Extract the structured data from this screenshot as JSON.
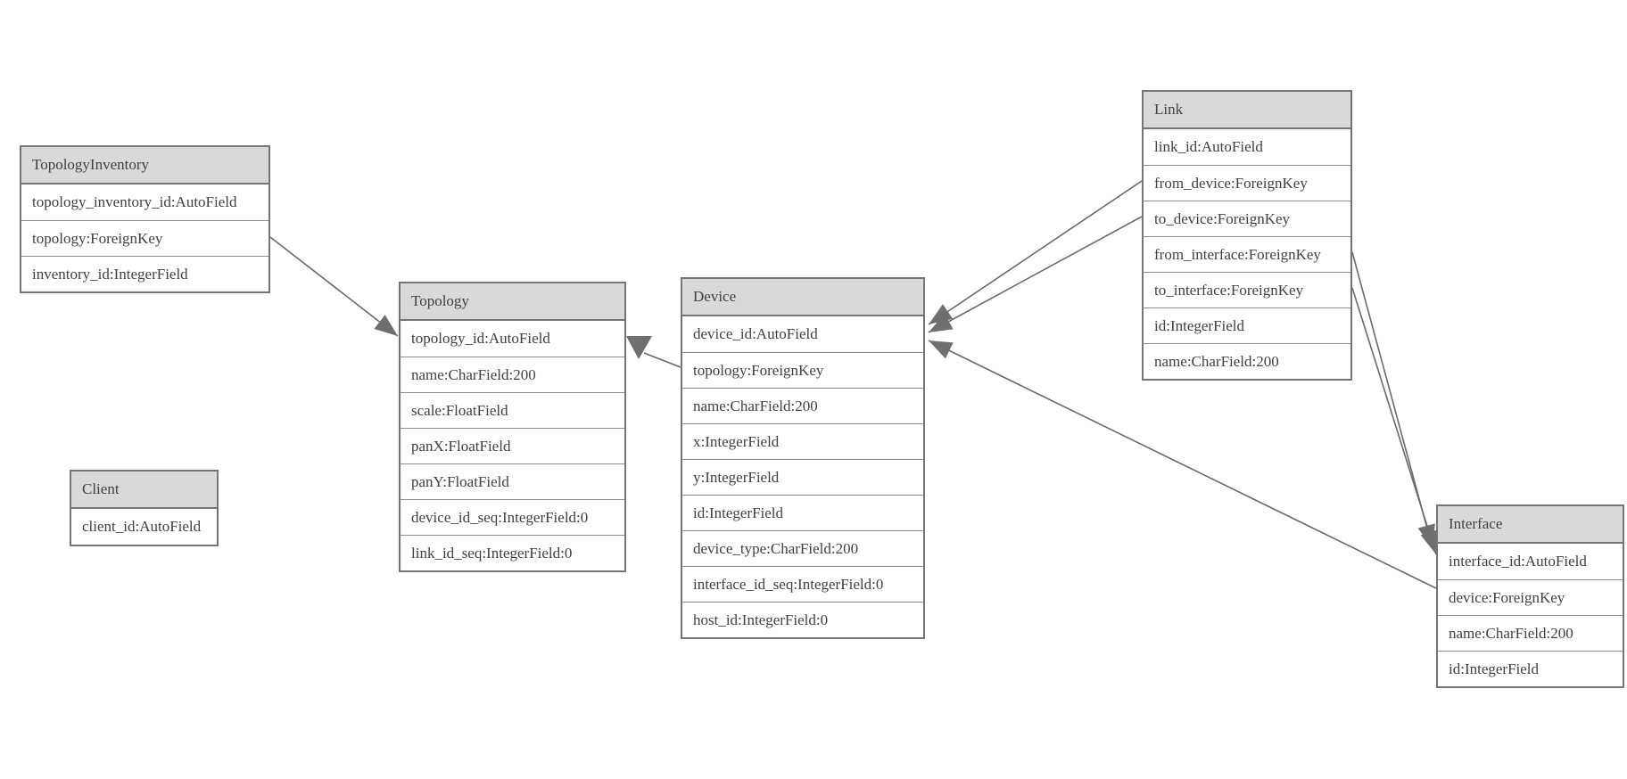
{
  "diagram": {
    "type": "database-model-diagram",
    "tables": [
      {
        "name": "TopologyInventory",
        "fields": [
          "topology_inventory_id:AutoField",
          "topology:ForeignKey",
          "inventory_id:IntegerField"
        ]
      },
      {
        "name": "Client",
        "fields": [
          "client_id:AutoField"
        ]
      },
      {
        "name": "Topology",
        "fields": [
          "topology_id:AutoField",
          "name:CharField:200",
          "scale:FloatField",
          "panX:FloatField",
          "panY:FloatField",
          "device_id_seq:IntegerField:0",
          "link_id_seq:IntegerField:0"
        ]
      },
      {
        "name": "Device",
        "fields": [
          "device_id:AutoField",
          "topology:ForeignKey",
          "name:CharField:200",
          "x:IntegerField",
          "y:IntegerField",
          "id:IntegerField",
          "device_type:CharField:200",
          "interface_id_seq:IntegerField:0",
          "host_id:IntegerField:0"
        ]
      },
      {
        "name": "Link",
        "fields": [
          "link_id:AutoField",
          "from_device:ForeignKey",
          "to_device:ForeignKey",
          "from_interface:ForeignKey",
          "to_interface:ForeignKey",
          "id:IntegerField",
          "name:CharField:200"
        ]
      },
      {
        "name": "Interface",
        "fields": [
          "interface_id:AutoField",
          "device:ForeignKey",
          "name:CharField:200",
          "id:IntegerField"
        ]
      }
    ],
    "relations": [
      {
        "from": "TopologyInventory.topology",
        "to": "Topology"
      },
      {
        "from": "Device.topology",
        "to": "Topology"
      },
      {
        "from": "Link.from_device",
        "to": "Device"
      },
      {
        "from": "Link.to_device",
        "to": "Device"
      },
      {
        "from": "Interface.device",
        "to": "Device"
      },
      {
        "from": "Link.from_interface",
        "to": "Interface"
      },
      {
        "from": "Link.to_interface",
        "to": "Interface"
      }
    ],
    "colors": {
      "background": "#ffffff",
      "header_fill": "#d9d9d9",
      "border": "#757575",
      "row_divider": "#8c8c8c",
      "text": "#414141",
      "edge_line": "#6a6a6a",
      "arrowhead": "#6f6f6f"
    }
  }
}
